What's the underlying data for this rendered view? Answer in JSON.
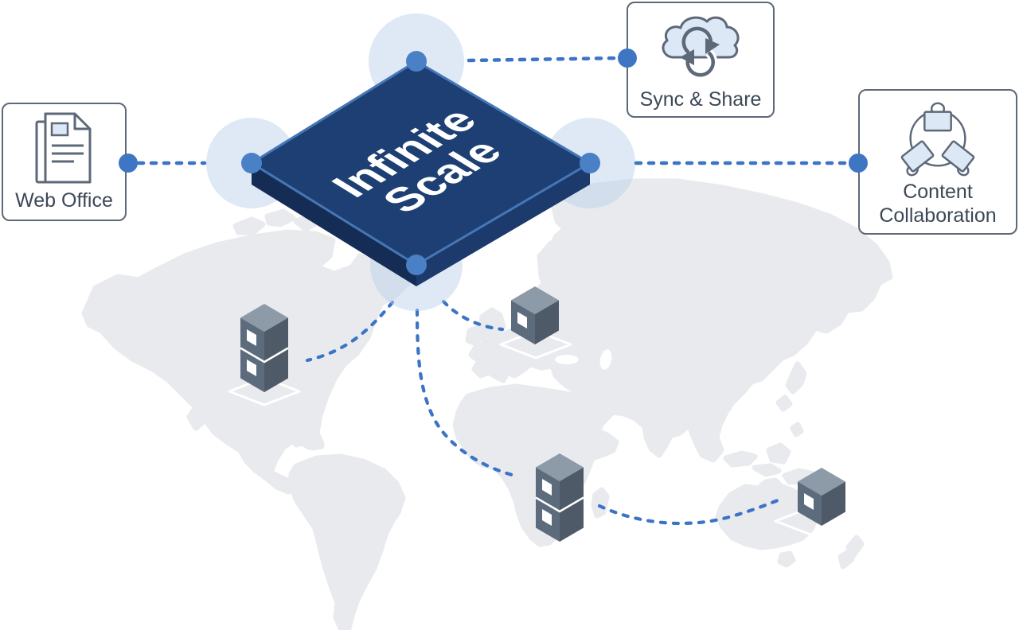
{
  "hub": {
    "title_line1": "Infinite",
    "title_line2": "Scale"
  },
  "features": [
    {
      "label": "Web Office",
      "icon": "document-icon"
    },
    {
      "label": "Sync & Share",
      "icon": "cloud-sync-icon"
    },
    {
      "label": "Content Collaboration",
      "icon": "collaboration-icon"
    }
  ],
  "server_nodes": [
    {
      "name": "server-stack-north-america",
      "cubes": 2
    },
    {
      "name": "server-cube-europe",
      "cubes": 1
    },
    {
      "name": "server-stack-africa",
      "cubes": 2
    },
    {
      "name": "server-cube-australia",
      "cubes": 1
    }
  ],
  "colors": {
    "hub_face": "#1e3f73",
    "hub_side_left": "#152c55",
    "hub_side_right": "#1d3a6d",
    "hub_rim": "#4577b6",
    "node_blue": "#4a80c5",
    "connector_blue": "#3b74c6",
    "halo_blue": "#b9d0ea",
    "map_gray": "#e8eaee",
    "cube_top": "#8d9aa7",
    "cube_left": "#5d6c7c",
    "cube_right": "#4e5a68",
    "box_border": "#5d6878",
    "label_text": "#3d4857",
    "icon_fill": "#dce8f6"
  }
}
